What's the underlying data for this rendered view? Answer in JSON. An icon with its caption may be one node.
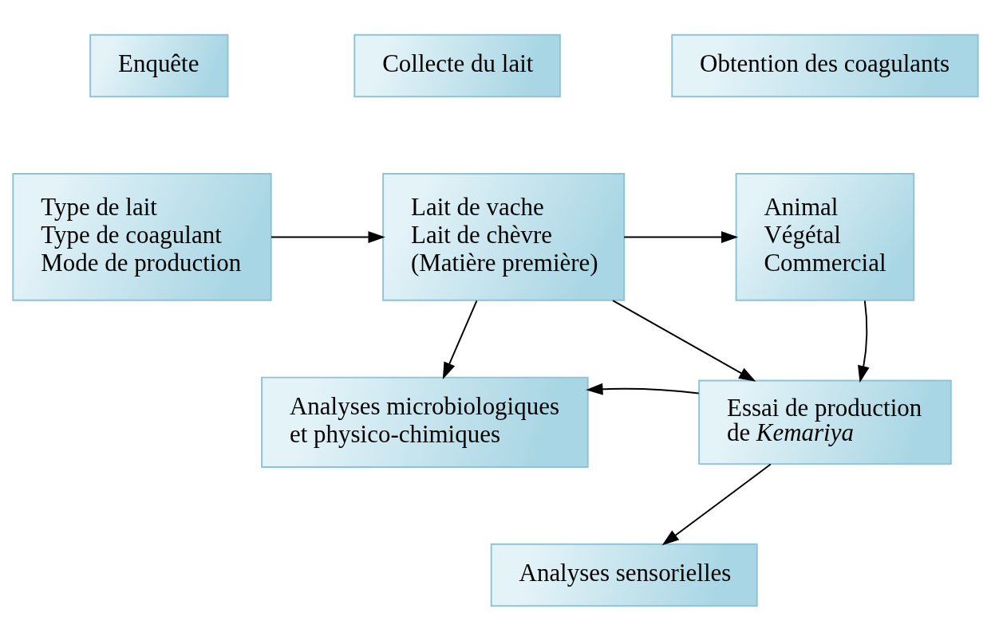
{
  "diagram": {
    "nodes": [
      {
        "text": [
          "Enquête"
        ]
      },
      {
        "text": [
          "Collecte du lait"
        ]
      },
      {
        "text": [
          "Obtention des coagulants"
        ]
      },
      {
        "text": [
          "Type de lait",
          "Type de coagulant",
          "Mode de production"
        ]
      },
      {
        "text": [
          "Lait de vache",
          "Lait de chèvre",
          "(Matière première)"
        ]
      },
      {
        "text": [
          "Animal",
          "Végétal",
          "Commercial"
        ]
      },
      {
        "text": [
          "Analyses microbiologiques et physico-chimiques"
        ]
      },
      {
        "text": [
          "Essai de production de *Kemariya*"
        ]
      },
      {
        "text": [
          "Analyses sensorielles"
        ]
      }
    ],
    "edges": [
      {
        "from": 3,
        "to": 4,
        "arrow": "to"
      },
      {
        "from": 4,
        "to": 5,
        "arrow": "to"
      },
      {
        "from": 4,
        "to": 6,
        "arrow": "to"
      },
      {
        "from": 4,
        "to": 7,
        "arrow": "to"
      },
      {
        "from": 5,
        "to": 7,
        "arrow": "to"
      },
      {
        "from": 7,
        "to": 6,
        "arrow": "to"
      },
      {
        "from": 7,
        "to": 8,
        "arrow": "to"
      }
    ]
  }
}
